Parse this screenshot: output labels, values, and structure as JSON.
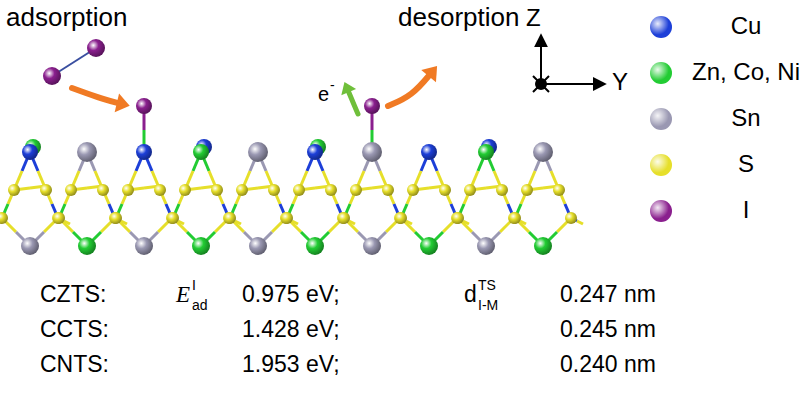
{
  "diagram": {
    "labels": [
      "adsorption",
      "desorption",
      "e",
      "-",
      "Z",
      "Y",
      "CZTS:",
      "E",
      "I",
      "ad",
      "0.975 eV;",
      "d",
      "TS",
      "I-M",
      "0.247 nm",
      "CCTS:",
      "1.428 eV;",
      "0.245 nm",
      "CNTS:",
      "1.953 eV;",
      "0.240 nm"
    ],
    "legend": [
      {
        "text": "Cu",
        "color": "#1d3fd8"
      },
      {
        "text": "Zn, Co, Ni",
        "color": "#22cc33"
      },
      {
        "text": "Sn",
        "color": "#9a98b2"
      },
      {
        "text": "S",
        "color": "#e6df2a"
      },
      {
        "text": "I",
        "color": "#8a1f8e"
      }
    ]
  }
}
